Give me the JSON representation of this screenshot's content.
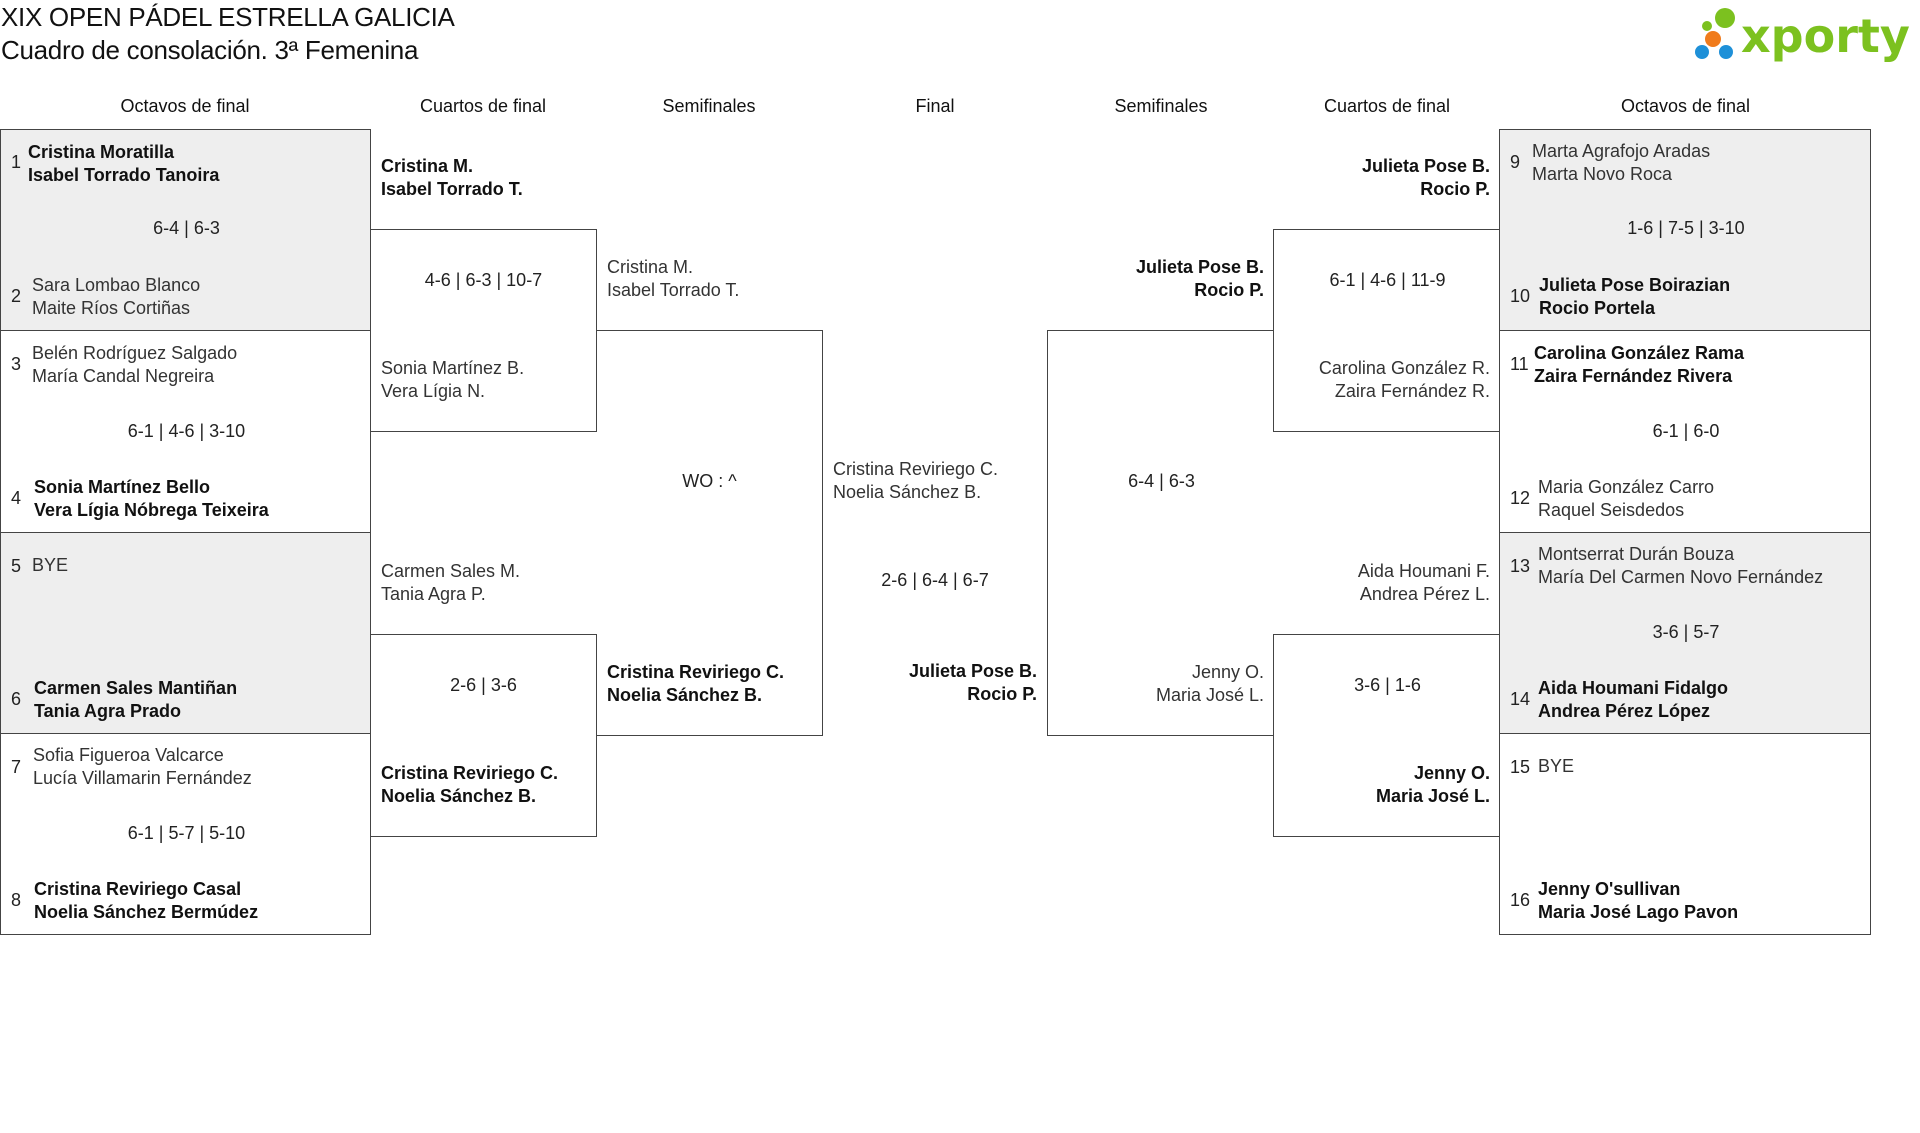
{
  "header": {
    "title": "XIX OPEN PÁDEL ESTRELLA GALICIA",
    "subtitle": "Cuadro de consolación. 3ª Femenina",
    "logo_text": "xporty"
  },
  "colors": {
    "logo_green": "#7cc11f",
    "logo_orange": "#f07b1c",
    "logo_blue": "#1e90d8",
    "shade": "#eeeeee"
  },
  "rounds": {
    "left": [
      "Octavos de final",
      "Cuartos de final",
      "Semifinales"
    ],
    "center": "Final",
    "right": [
      "Semifinales",
      "Cuartos de final",
      "Octavos de final"
    ]
  },
  "r16": {
    "left": [
      {
        "seed_a": "1",
        "a1": "Cristina Moratilla",
        "a2": "Isabel Torrado Tanoira",
        "score": "6-4 | 6-3",
        "seed_b": "2",
        "b1": "Sara Lombao Blanco",
        "b2": "Maite Ríos Cortiñas"
      },
      {
        "seed_a": "3",
        "a1": "Belén Rodríguez Salgado",
        "a2": "María Candal Negreira",
        "score": "6-1 | 4-6 | 3-10",
        "seed_b": "4",
        "b1": "Sonia Martínez Bello",
        "b2": "Vera Lígia Nóbrega Teixeira"
      },
      {
        "seed_a": "5",
        "a1": "BYE",
        "a2": "",
        "score": "",
        "seed_b": "6",
        "b1": "Carmen Sales Mantiñan",
        "b2": "Tania Agra Prado"
      },
      {
        "seed_a": "7",
        "a1": "Sofia Figueroa Valcarce",
        "a2": "Lucía Villamarin Fernández",
        "score": "6-1 | 5-7 | 5-10",
        "seed_b": "8",
        "b1": "Cristina Reviriego Casal",
        "b2": "Noelia Sánchez Bermúdez"
      }
    ],
    "right": [
      {
        "seed_a": "9",
        "a1": "Marta Agrafojo Aradas",
        "a2": "Marta Novo Roca",
        "score": "1-6 | 7-5 | 3-10",
        "seed_b": "10",
        "b1": "Julieta Pose Boirazian",
        "b2": "Rocio Portela"
      },
      {
        "seed_a": "11",
        "a1": "Carolina González Rama",
        "a2": "Zaira Fernández Rivera",
        "score": "6-1 | 6-0",
        "seed_b": "12",
        "b1": "Maria González Carro",
        "b2": "Raquel Seisdedos"
      },
      {
        "seed_a": "13",
        "a1": "Montserrat Durán Bouza",
        "a2": "María Del Carmen Novo Fernández",
        "score": "3-6 | 5-7",
        "seed_b": "14",
        "b1": "Aida Houmani Fidalgo",
        "b2": "Andrea Pérez López"
      },
      {
        "seed_a": "15",
        "a1": "BYE",
        "a2": "",
        "score": "",
        "seed_b": "16",
        "b1": "Jenny O'sullivan",
        "b2": "Maria José Lago Pavon"
      }
    ]
  },
  "qf": {
    "left": [
      {
        "a1": "Cristina M.",
        "a2": "Isabel Torrado T.",
        "score": "4-6 | 6-3 | 10-7",
        "b1": "Sonia Martínez B.",
        "b2": "Vera Lígia N."
      },
      {
        "a1": "Carmen Sales M.",
        "a2": "Tania Agra P.",
        "score": "2-6 | 3-6",
        "b1": "Cristina Reviriego C.",
        "b2": "Noelia Sánchez B."
      }
    ],
    "right": [
      {
        "a1": "Julieta Pose B.",
        "a2": "Rocio P.",
        "score": "6-1 | 4-6 | 11-9",
        "b1": "Carolina González R.",
        "b2": "Zaira Fernández R."
      },
      {
        "a1": "Aida Houmani F.",
        "a2": "Andrea Pérez L.",
        "score": "3-6 | 1-6",
        "b1": "Jenny O.",
        "b2": "Maria José L."
      }
    ]
  },
  "sf": {
    "left": {
      "a1": "Cristina M.",
      "a2": "Isabel Torrado T.",
      "score": "WO : ^",
      "b1": "Cristina Reviriego C.",
      "b2": "Noelia Sánchez B."
    },
    "right": {
      "a1": "Julieta Pose B.",
      "a2": "Rocio P.",
      "score": "6-4 | 6-3",
      "b1": "Jenny O.",
      "b2": "Maria José L."
    }
  },
  "final": {
    "a1": "Cristina Reviriego C.",
    "a2": "Noelia Sánchez B.",
    "score": "2-6 | 6-4 | 6-7",
    "b1": "Julieta Pose B.",
    "b2": "Rocio P."
  }
}
